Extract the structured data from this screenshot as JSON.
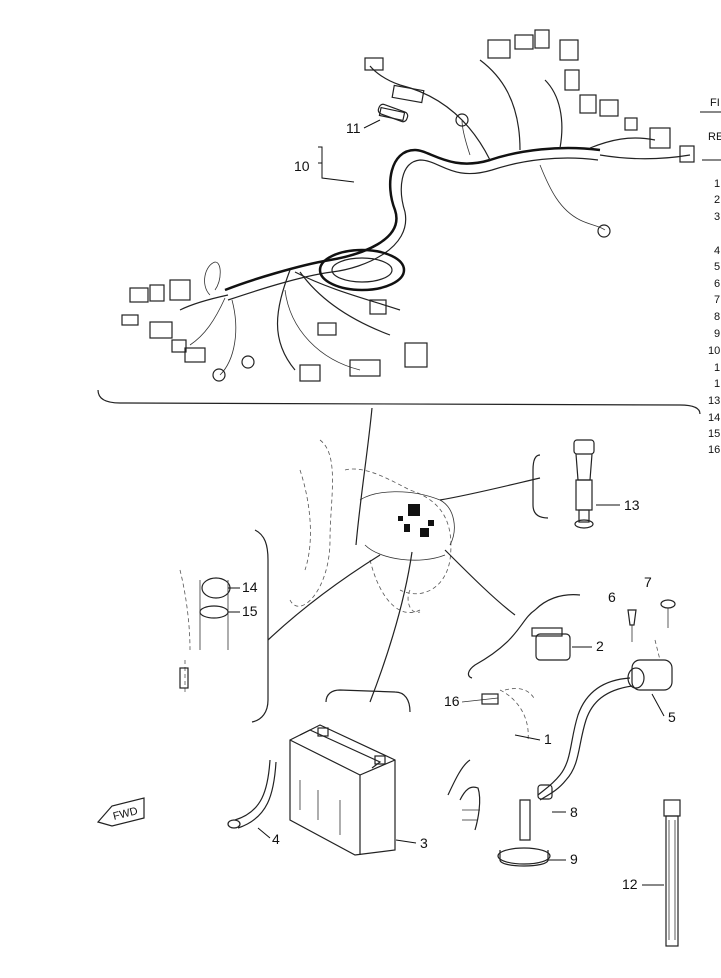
{
  "callouts": {
    "c1": "1",
    "c2": "2",
    "c3": "3",
    "c4": "4",
    "c5": "5",
    "c6": "6",
    "c7": "7",
    "c8": "8",
    "c9": "9",
    "c10": "10",
    "c11": "11",
    "c12": "12",
    "c13": "13",
    "c14": "14",
    "c15": "15",
    "c16": "16"
  },
  "fwd_label": "FWD",
  "right_edge": {
    "header1": "FI",
    "header2": "RE",
    "rows": [
      "1",
      "2",
      "3",
      "4",
      "5",
      "6",
      "7",
      "8",
      "9",
      "10",
      "1",
      "1",
      "13",
      "14",
      "15",
      "16"
    ]
  }
}
